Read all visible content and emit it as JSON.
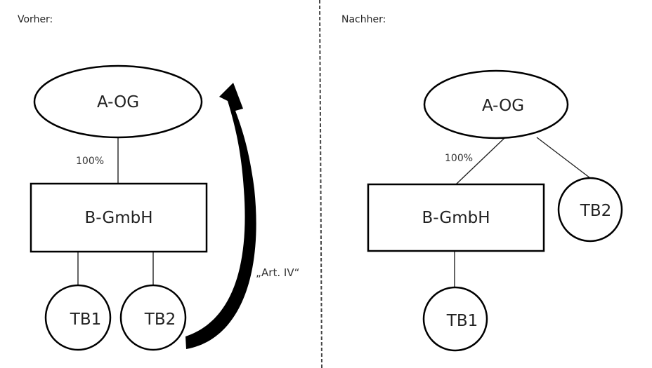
{
  "before": {
    "heading": "Vorher:",
    "parent": "A-OG",
    "share": "100%",
    "subsidiary": "B-GmbH",
    "units": [
      "TB1",
      "TB2"
    ],
    "arrow_label": "„Art. IV“"
  },
  "after": {
    "heading": "Nachher:",
    "parent": "A-OG",
    "share": "100%",
    "subsidiary": "B-GmbH",
    "unit_under_subsidiary": "TB1",
    "unit_under_parent": "TB2"
  }
}
